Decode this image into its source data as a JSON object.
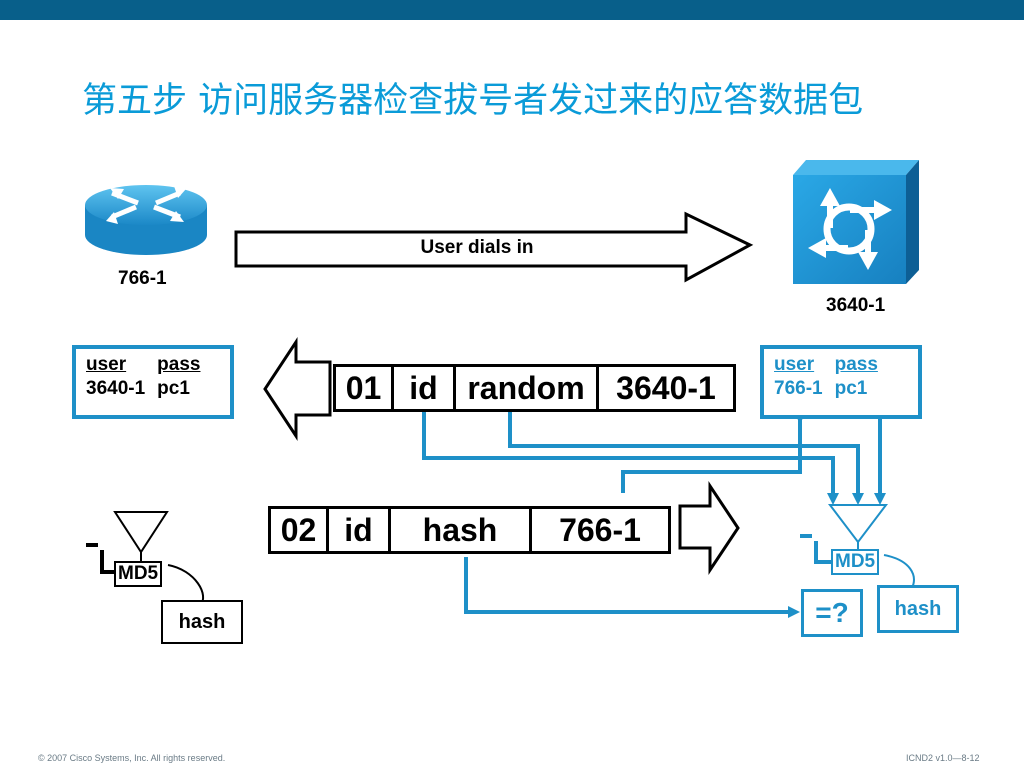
{
  "title": "第五步 访问服务器检查拔号者发过来的应答数据包",
  "devices": {
    "router_left": {
      "label": "766-1"
    },
    "router_right": {
      "label": "3640-1"
    }
  },
  "arrow_dials": {
    "label": "User dials in"
  },
  "creds_left": {
    "h_user": "user",
    "h_pass": "pass",
    "v_user": "3640-1",
    "v_pass": "pc1"
  },
  "creds_right": {
    "h_user": "user",
    "h_pass": "pass",
    "v_user": "766-1",
    "v_pass": "pc1"
  },
  "packet_challenge": {
    "c1": "01",
    "c2": "id",
    "c3": "random",
    "c4": "3640-1"
  },
  "packet_response": {
    "c1": "02",
    "c2": "id",
    "c3": "hash",
    "c4": "766-1"
  },
  "md5_left": {
    "label": "MD5",
    "hash": "hash"
  },
  "md5_right": {
    "label": "MD5",
    "hash": "hash",
    "compare": "=?"
  },
  "footer": {
    "left": "© 2007 Cisco Systems, Inc. All rights reserved.",
    "right": "ICND2 v1.0—8-12"
  },
  "colors": {
    "accent": "#1e90c8",
    "topbar": "#085f8a",
    "title": "#0a9bd8"
  }
}
